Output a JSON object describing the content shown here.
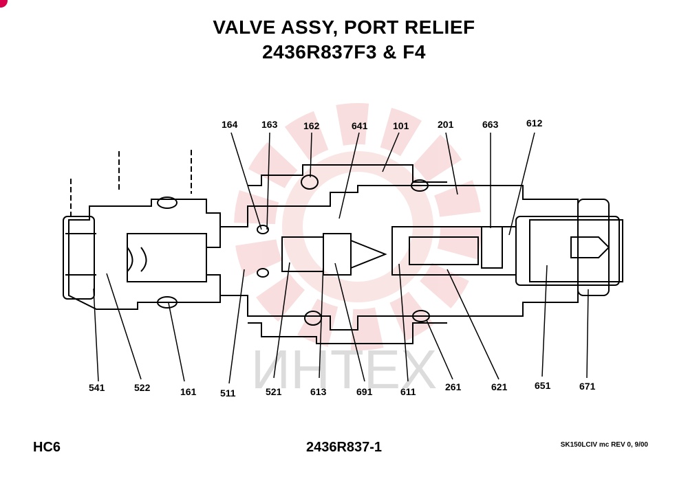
{
  "title_line1": "VALVE ASSY, PORT RELIEF",
  "title_line2": "2436R837F3 & F4",
  "footer": {
    "left": "HC6",
    "center": "2436R837-1",
    "right": "SK150LCIV mc REV 0, 9/00"
  },
  "watermark_text": "ИНТЕХ",
  "parts_top": [
    "164",
    "163",
    "162",
    "641",
    "101",
    "201",
    "663",
    "612"
  ],
  "parts_bottom": [
    "541",
    "522",
    "161",
    "511",
    "521",
    "613",
    "691",
    "611",
    "261",
    "621",
    "651",
    "671"
  ],
  "colors": {
    "line": "#000000",
    "watermark": "#f4c8c8"
  }
}
